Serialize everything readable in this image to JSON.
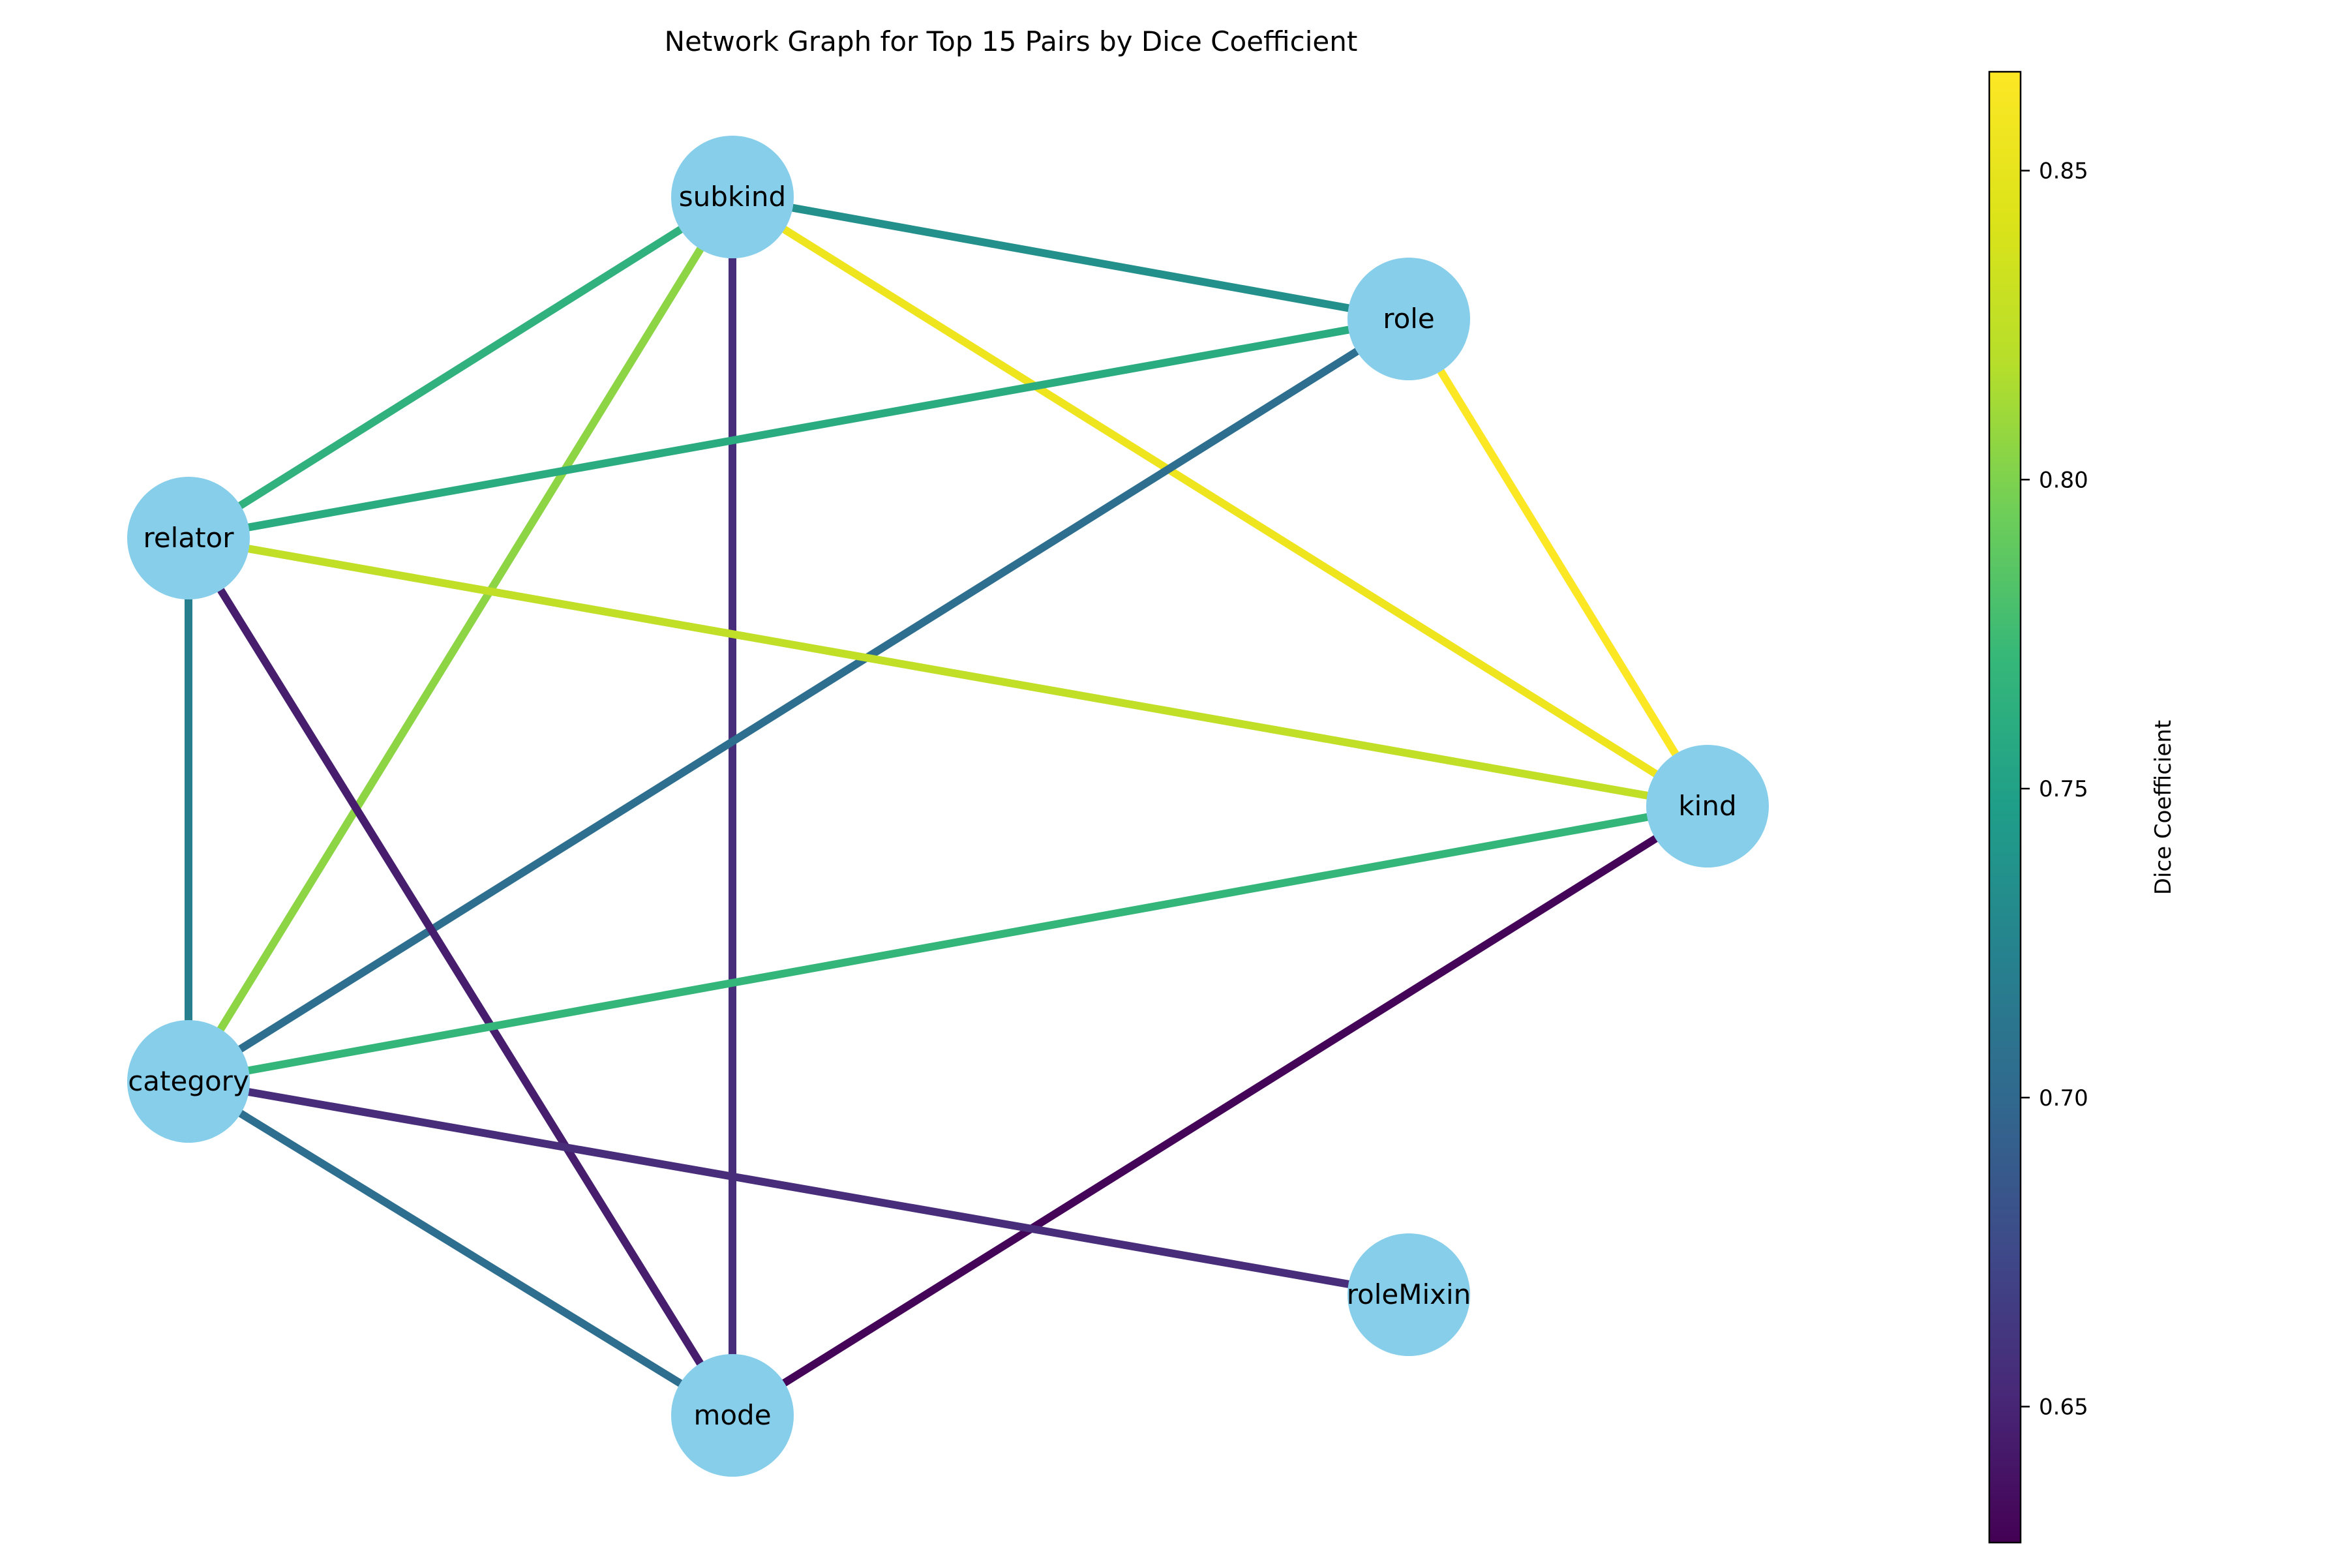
{
  "title": "Network Graph for Top 15 Pairs by Dice Coefficient",
  "nodes": [
    {
      "id": "subkind",
      "label": "subkind"
    },
    {
      "id": "role",
      "label": "role"
    },
    {
      "id": "relator",
      "label": "relator"
    },
    {
      "id": "kind",
      "label": "kind"
    },
    {
      "id": "category",
      "label": "category"
    },
    {
      "id": "roleMixin",
      "label": "roleMixin"
    },
    {
      "id": "mode",
      "label": "mode"
    }
  ],
  "edges": [
    {
      "source": "subkind",
      "target": "role",
      "value": 0.735
    },
    {
      "source": "subkind",
      "target": "kind",
      "value": 0.855
    },
    {
      "source": "subkind",
      "target": "relator",
      "value": 0.765
    },
    {
      "source": "subkind",
      "target": "category",
      "value": 0.805
    },
    {
      "source": "subkind",
      "target": "mode",
      "value": 0.655
    },
    {
      "source": "role",
      "target": "relator",
      "value": 0.76
    },
    {
      "source": "role",
      "target": "kind",
      "value": 0.865
    },
    {
      "source": "role",
      "target": "category",
      "value": 0.705
    },
    {
      "source": "relator",
      "target": "kind",
      "value": 0.825
    },
    {
      "source": "relator",
      "target": "category",
      "value": 0.72
    },
    {
      "source": "relator",
      "target": "mode",
      "value": 0.645
    },
    {
      "source": "kind",
      "target": "category",
      "value": 0.77
    },
    {
      "source": "kind",
      "target": "mode",
      "value": 0.63
    },
    {
      "source": "category",
      "target": "roleMixin",
      "value": 0.655
    },
    {
      "source": "category",
      "target": "mode",
      "value": 0.705
    }
  ],
  "colorbar": {
    "label": "Dice Coefficient",
    "min": 0.628,
    "max": 0.866,
    "colormap": "viridis",
    "ticks": [
      "0.65",
      "0.70",
      "0.75",
      "0.80",
      "0.85"
    ]
  },
  "node_color": "#87ceeb"
}
